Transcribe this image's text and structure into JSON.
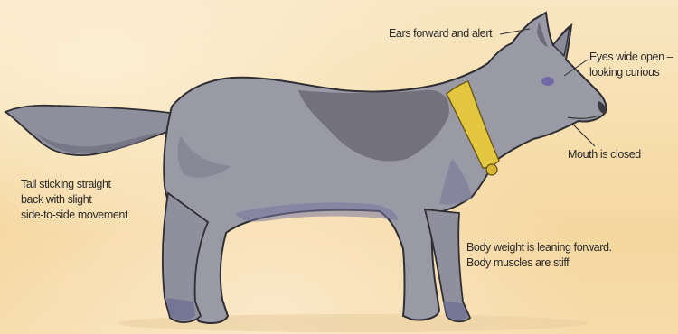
{
  "annotations": {
    "ears": "Ears forward and alert",
    "eyes_line1": "Eyes wide open –",
    "eyes_line2": "looking curious",
    "mouth": "Mouth is closed",
    "tail_line1": "Tail sticking straight",
    "tail_line2": "back with slight",
    "tail_line3": "side-to-side movement",
    "body_line1": "Body weight is leaning forward.",
    "body_line2": "Body muscles are stiff"
  },
  "colors": {
    "fur": "#9a9aa6",
    "fur_dark": "#6f6e78",
    "fur_shadow": "#7c7d9a",
    "collar": "#e5c640",
    "outline": "#2e2e33",
    "background": "#f7dfb0"
  },
  "illustration": "dog-standing-side-view"
}
